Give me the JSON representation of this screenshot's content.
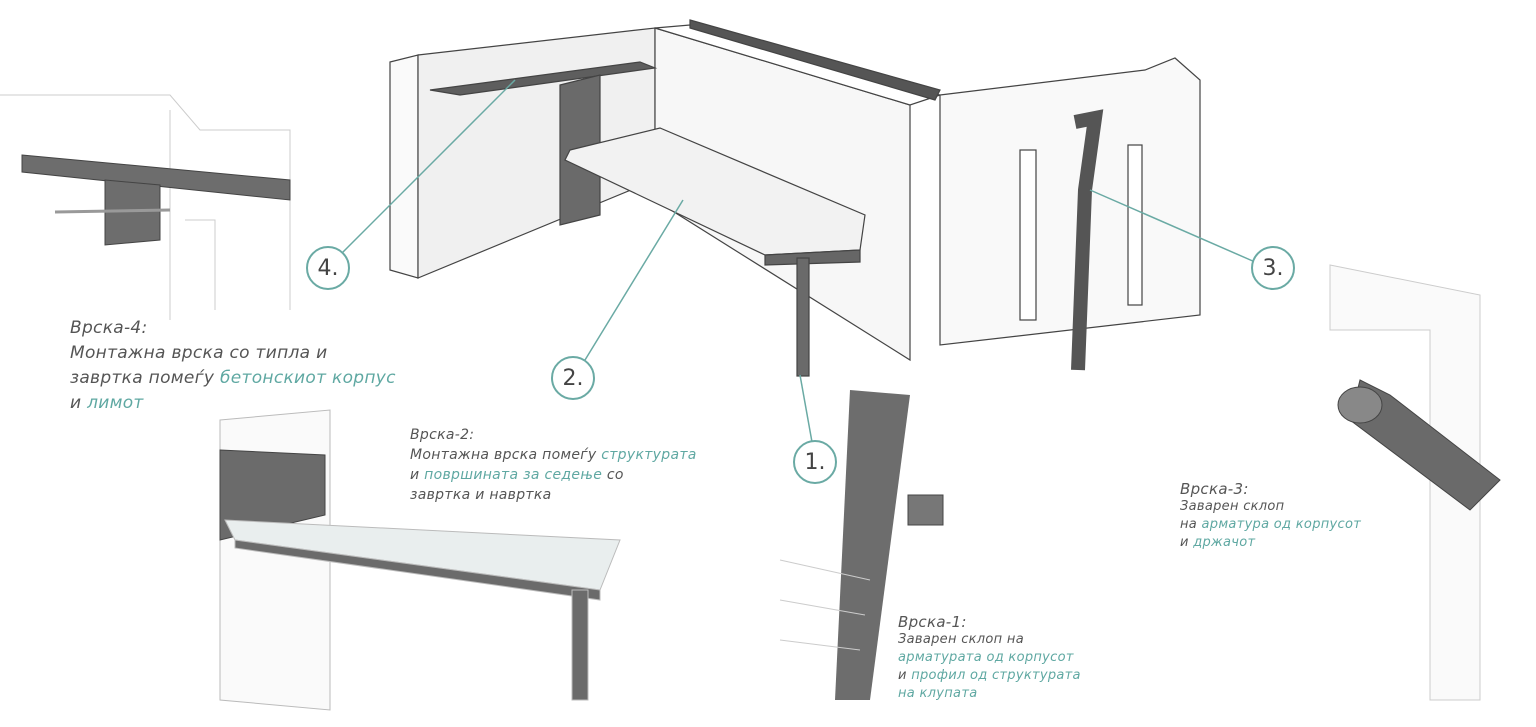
{
  "callouts": [
    {
      "label": "1."
    },
    {
      "label": "2."
    },
    {
      "label": "3."
    },
    {
      "label": "4."
    }
  ],
  "notes": {
    "n4": {
      "title": "Врска-4:",
      "l1": "Монтажна врска со типла и",
      "l2a": "завртка помеѓу ",
      "l2b": "бетонскиот корпус",
      "l3a": "и ",
      "l3b": "лимот"
    },
    "n2": {
      "title": "Врска-2:",
      "l1a": "Монтажна врска помеѓу ",
      "l1b": "структурата",
      "l2a": "и ",
      "l2b": "површината за седење",
      "l2c": " со",
      "l3": "завртка и навртка"
    },
    "n3": {
      "title": "Врска-3:",
      "l1": "Заварен склоп",
      "l2a": "на ",
      "l2b": "арматура од корпусот",
      "l3a": "и ",
      "l3b": "држачот"
    },
    "n1": {
      "title": "Врска-1:",
      "l1": "Заварен склоп на",
      "l2": "арматурата од корпусот",
      "l3a": "и ",
      "l3b": "профил од структурата",
      "l4": "на клупата"
    }
  },
  "colors": {
    "accent": "#5fa8a2",
    "steel": "#6b6b6b",
    "text": "#555555"
  }
}
